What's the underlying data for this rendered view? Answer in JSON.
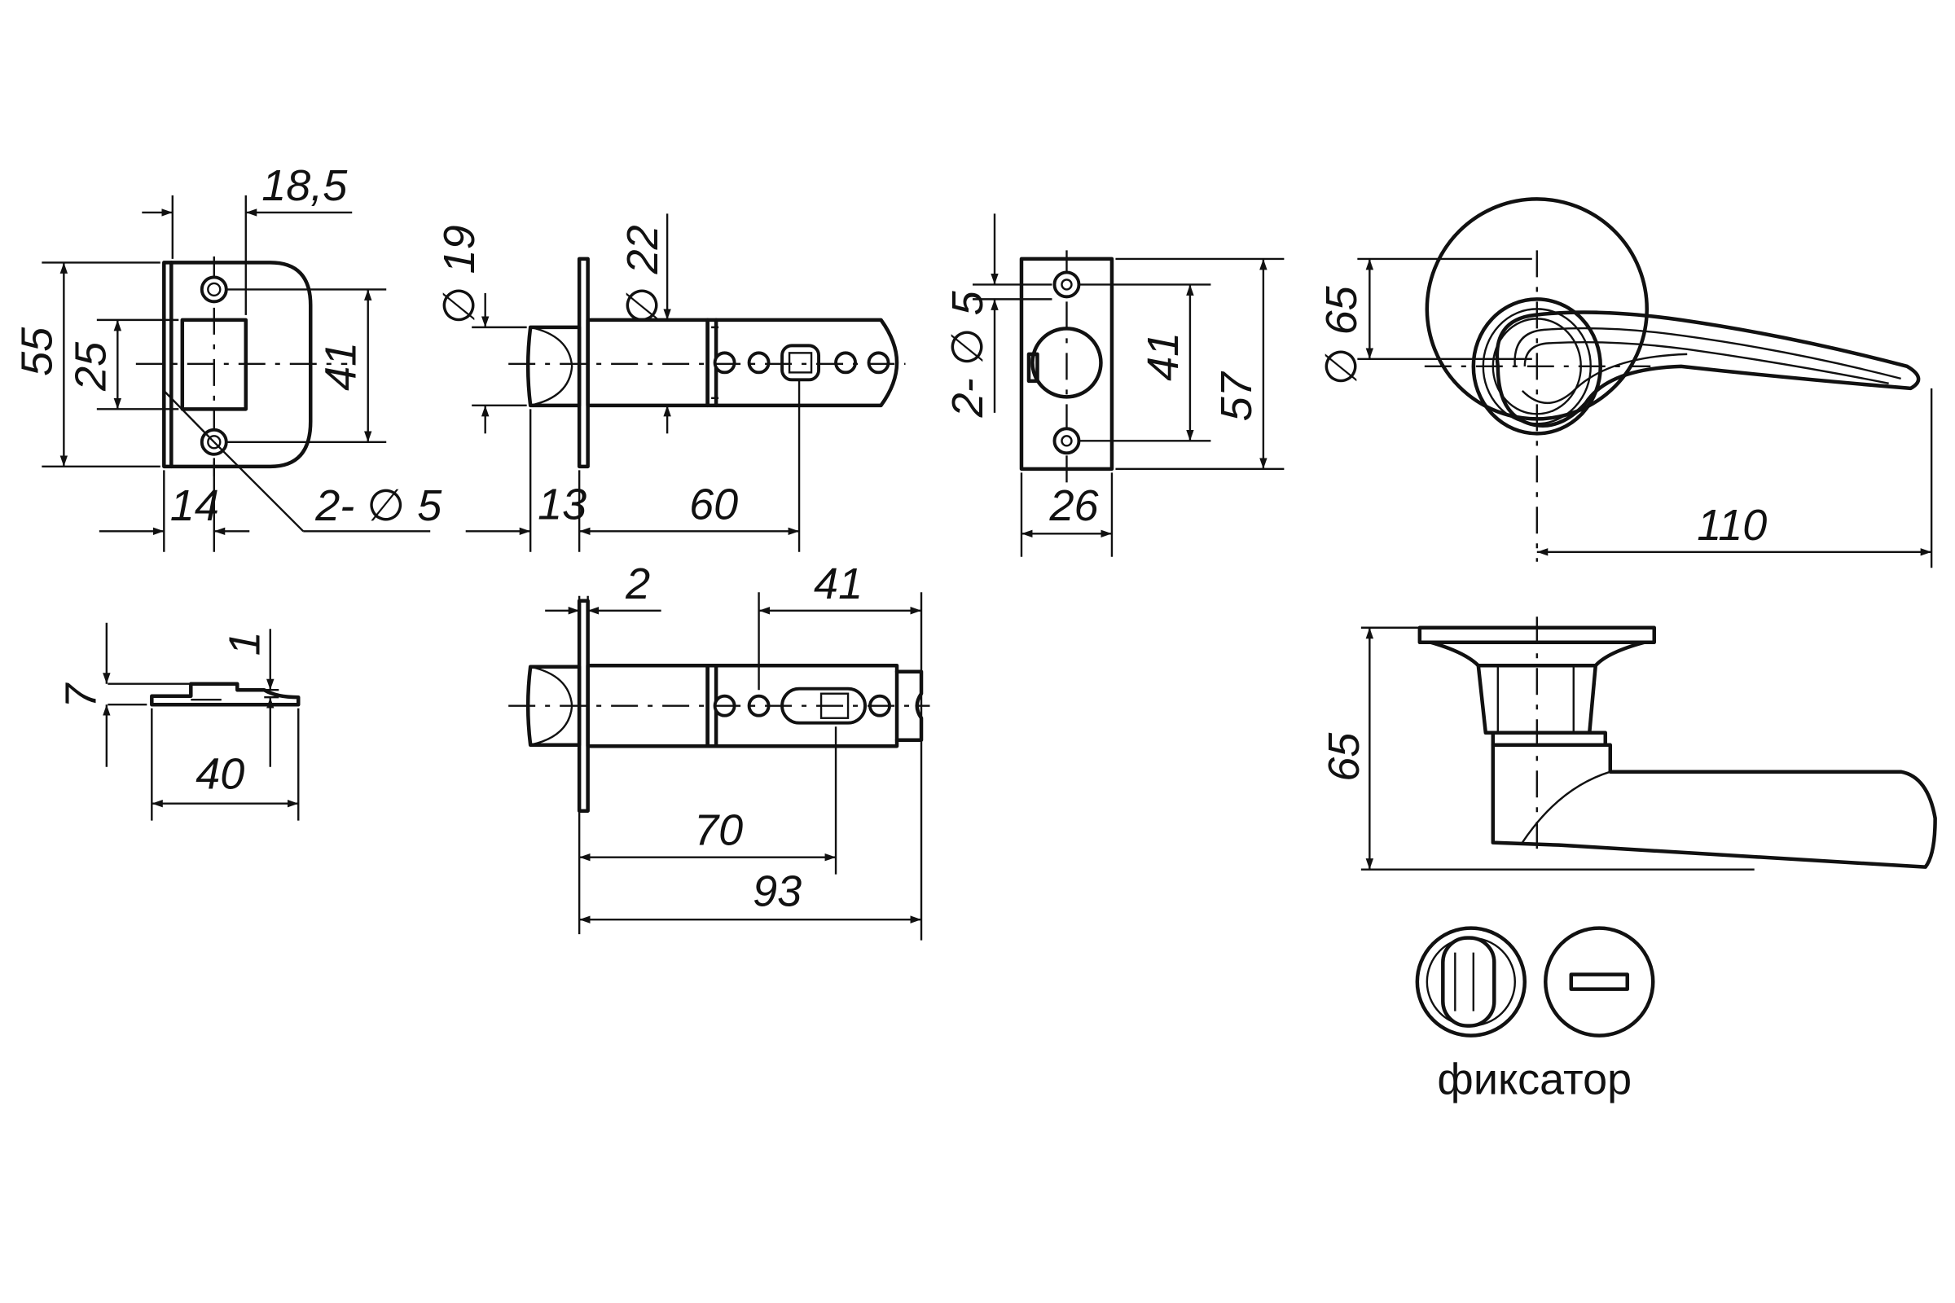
{
  "dimensions": {
    "strike_width_top": "18,5",
    "strike_height": "55",
    "strike_opening": "25",
    "strike_hole_spacing": "41",
    "strike_offset": "14",
    "strike_screws": "2- ∅ 5",
    "profile_height": "7",
    "profile_thickness": "1",
    "profile_length": "40",
    "latch_bolt_dia": "∅ 19",
    "latch_body_dia": "∅ 22",
    "latch_faceplate_to_bolt": "13",
    "latch_backset_60": "60",
    "faceplate_screws": "2- ∅ 5",
    "faceplate_hole_spacing": "41",
    "faceplate_height": "57",
    "faceplate_width": "26",
    "rose_diameter": "∅ 65",
    "lever_length": "110",
    "latch_plate_thickness": "2",
    "latch_slot_41": "41",
    "latch_backset_70": "70",
    "latch_total_93": "93",
    "handle_height": "65"
  },
  "caption": "фиксатор"
}
